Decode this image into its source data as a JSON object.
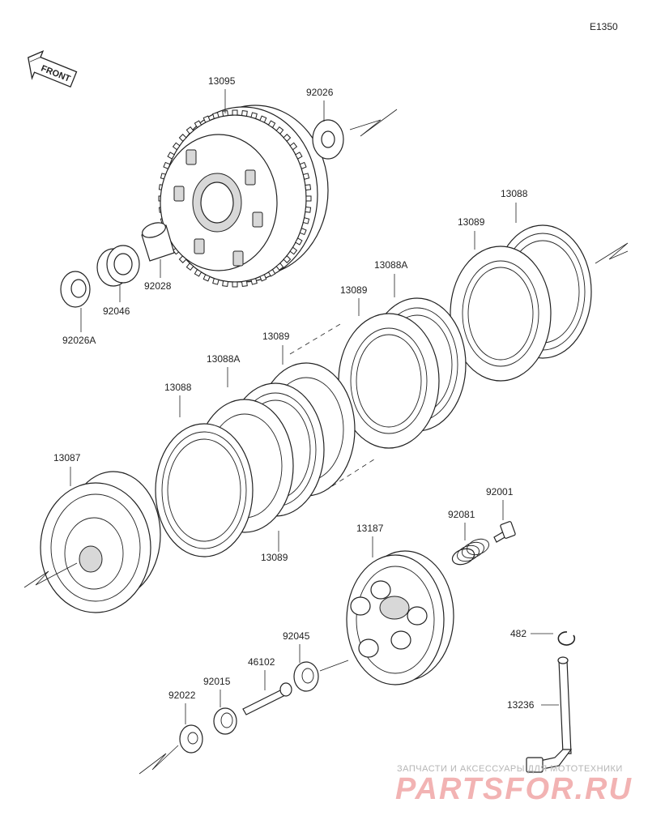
{
  "diagram_code": "E1350",
  "front_label": "FRONT",
  "parts": {
    "p13095": "13095",
    "p92026": "92026",
    "p92028": "92028",
    "p92046": "92046",
    "p92026A": "92026A",
    "p13088_top": "13088",
    "p13089_top": "13089",
    "p13088A_mid": "13088A",
    "p13089_mid": "13089",
    "p13089_center": "13089",
    "p13088A_left": "13088A",
    "p13088_left": "13088",
    "p13087": "13087",
    "p13089_bottom": "13089",
    "p92001": "92001",
    "p92081": "92081",
    "p13187": "13187",
    "p92045": "92045",
    "p46102": "46102",
    "p92015": "92015",
    "p92022": "92022",
    "p482": "482",
    "p13236": "13236"
  },
  "watermark": {
    "tagline": "ЗАПЧАСТИ И АКСЕССУАРЫ ДЛЯ МОТОТЕХНИКИ",
    "brand": "PARTSFOR.RU"
  }
}
